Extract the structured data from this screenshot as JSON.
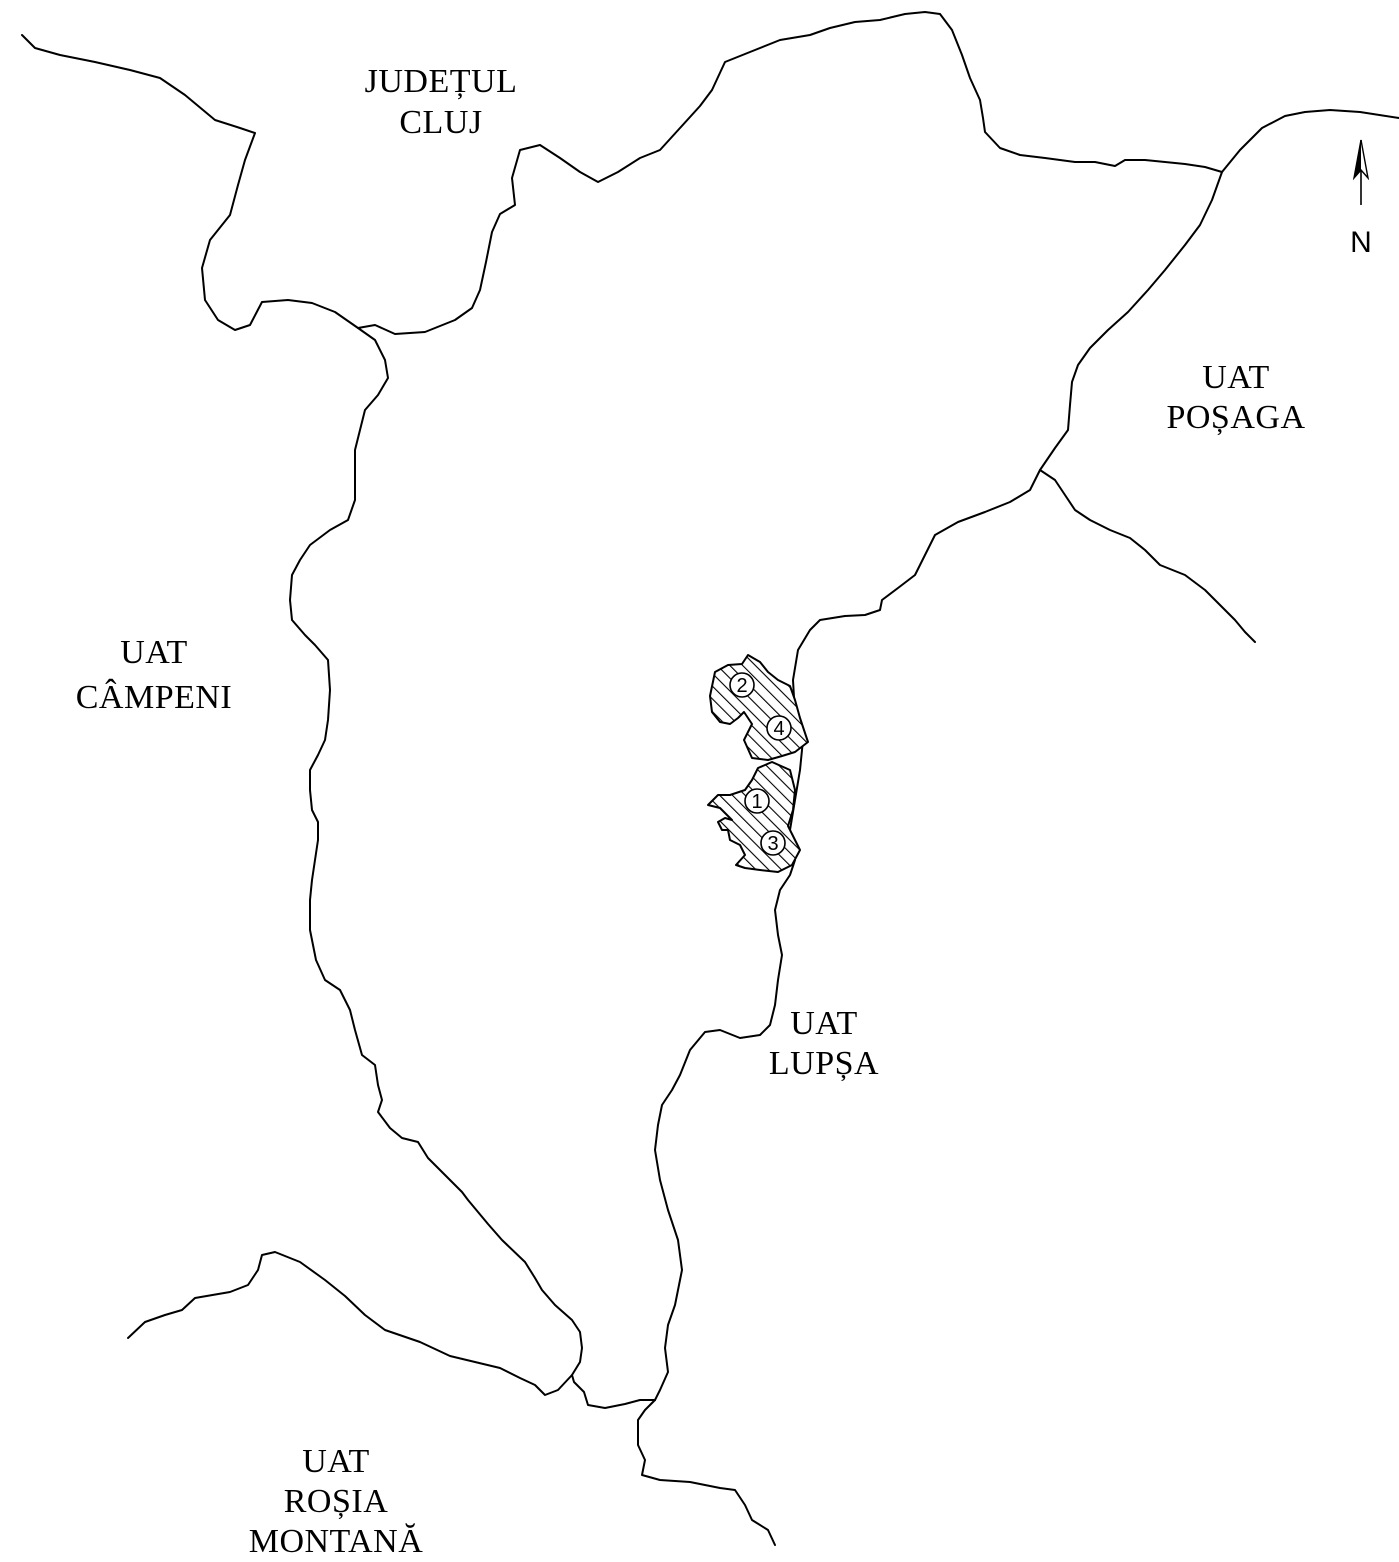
{
  "map": {
    "labels": {
      "judetul_cluj": [
        "JUDEȚUL",
        "CLUJ"
      ],
      "uat_posaga": [
        "UAT",
        "POȘAGA"
      ],
      "uat_campeni": [
        "UAT",
        "CÂMPENI"
      ],
      "uat_lupsa": [
        "UAT",
        "LUPȘA"
      ],
      "uat_rosia_montana": [
        "UAT",
        "ROȘIA",
        "MONTANĂ"
      ]
    },
    "zones": [
      {
        "number": "1"
      },
      {
        "number": "2"
      },
      {
        "number": "3"
      },
      {
        "number": "4"
      }
    ],
    "north_arrow": {
      "label": "N"
    },
    "colors": {
      "line": "#000000",
      "background": "#ffffff"
    }
  }
}
